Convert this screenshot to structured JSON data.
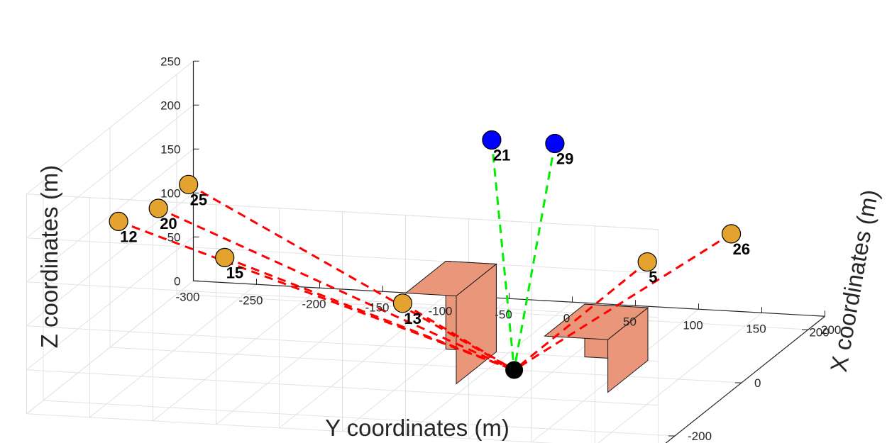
{
  "chart_data": {
    "type": "scatter3d",
    "xlabel": "X coordinates (m)",
    "ylabel": "Y coordinates (m)",
    "zlabel": "Z coordinates (m)",
    "xlim": [
      -250,
      250
    ],
    "ylim": [
      -300,
      200
    ],
    "zlim": [
      0,
      250
    ],
    "xticks": [
      {
        "v": -200,
        "label": "-200"
      },
      {
        "v": 0,
        "label": "0"
      },
      {
        "v": 200,
        "label": "200"
      }
    ],
    "yticks": [
      {
        "v": -300,
        "label": "-300"
      },
      {
        "v": -250,
        "label": "-250"
      },
      {
        "v": -200,
        "label": "-200"
      },
      {
        "v": -150,
        "label": "-150"
      },
      {
        "v": -100,
        "label": "-100"
      },
      {
        "v": -50,
        "label": "-50"
      },
      {
        "v": 0,
        "label": "0"
      },
      {
        "v": 50,
        "label": "50"
      },
      {
        "v": 100,
        "label": "100"
      },
      {
        "v": 150,
        "label": "150"
      },
      {
        "v": 200,
        "label": "200"
      }
    ],
    "zticks": [
      {
        "v": 0,
        "label": "0"
      },
      {
        "v": 50,
        "label": "50"
      },
      {
        "v": 100,
        "label": "100"
      },
      {
        "v": 150,
        "label": "150"
      },
      {
        "v": 200,
        "label": "200"
      },
      {
        "v": 250,
        "label": "250"
      }
    ],
    "grid": true,
    "colors": {
      "orange_node": "#E3A32E",
      "blue_node": "#0000FF",
      "center_node": "#000000",
      "red_link": "#FF0000",
      "green_link": "#00EE00",
      "building_fill": "#E9967A",
      "axes_text": "#262626",
      "grid": "#E2E2E2"
    },
    "center": {
      "x": 0,
      "y": 20,
      "z": 0
    },
    "nodes": [
      {
        "id": "25",
        "x": -200,
        "y": -185,
        "z": 255,
        "type": "orange",
        "link": "red"
      },
      {
        "id": "20",
        "x": -120,
        "y": -230,
        "z": 200,
        "type": "orange",
        "link": "red"
      },
      {
        "id": "12",
        "x": -50,
        "y": -280,
        "z": 160,
        "type": "orange",
        "link": "red"
      },
      {
        "id": "15",
        "x": 60,
        "y": -225,
        "z": 90,
        "type": "orange",
        "link": "red"
      },
      {
        "id": "13",
        "x": 120,
        "y": -100,
        "z": 30,
        "type": "orange",
        "link": "red"
      },
      {
        "id": "21",
        "x": -200,
        "y": 55,
        "z": 325,
        "type": "blue",
        "link": "green"
      },
      {
        "id": "29",
        "x": -200,
        "y": 105,
        "z": 325,
        "type": "blue",
        "link": "green"
      },
      {
        "id": "5",
        "x": -150,
        "y": 165,
        "z": 180,
        "type": "orange",
        "link": "red"
      },
      {
        "id": "26",
        "x": -220,
        "y": 250,
        "z": 240,
        "type": "orange",
        "link": "red"
      }
    ],
    "buildings": [
      {
        "x": [
          -60,
          60
        ],
        "y": [
          -50,
          -10
        ],
        "z": [
          0,
          100
        ]
      },
      {
        "x": [
          -60,
          60
        ],
        "y": [
          60,
          110
        ],
        "z": [
          0,
          60
        ]
      }
    ]
  }
}
